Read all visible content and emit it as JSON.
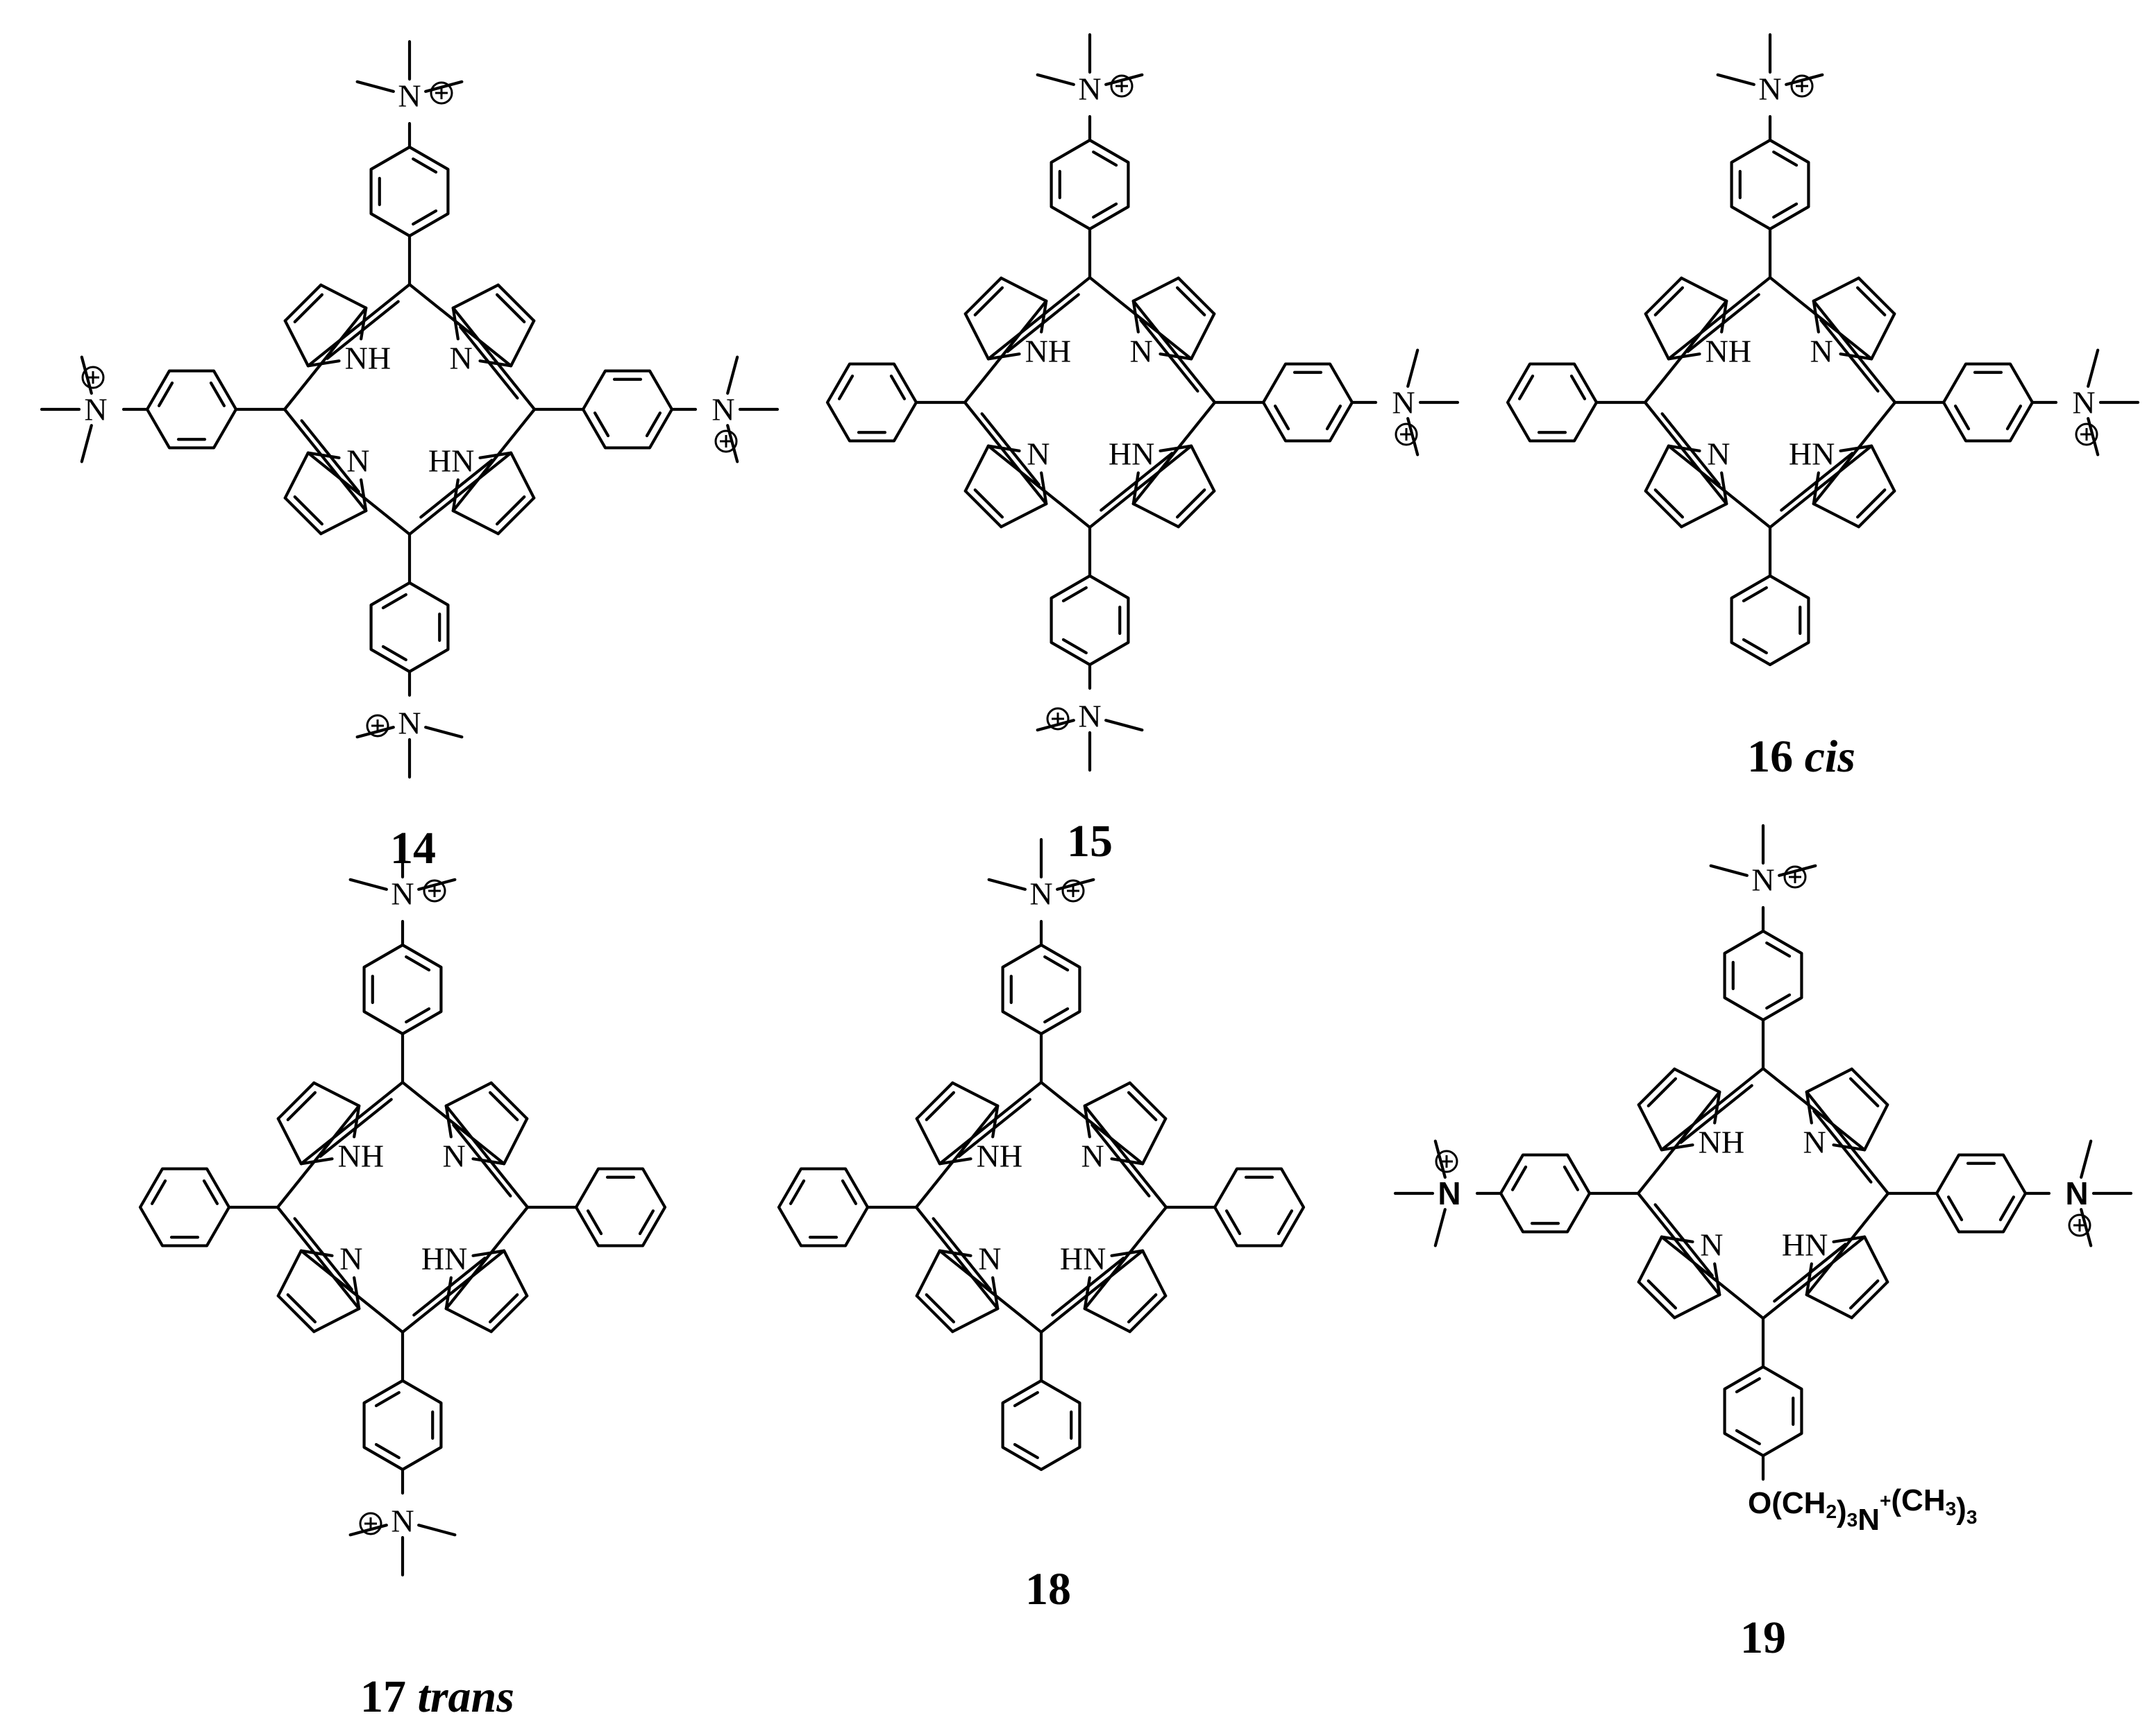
{
  "atoms": {
    "NH": "NH",
    "N": "N",
    "HN": "HN",
    "N_ammonium": "N",
    "O": "O"
  },
  "compounds": [
    {
      "id": "14",
      "label": "14",
      "qualifier": "",
      "meso": {
        "top": "NMe3",
        "left": "NMe3",
        "right": "NMe3",
        "bottom": "NMe3"
      }
    },
    {
      "id": "15",
      "label": "15",
      "qualifier": "",
      "meso": {
        "top": "NMe3",
        "left": "Ph",
        "right": "NMe3",
        "bottom": "NMe3"
      }
    },
    {
      "id": "16",
      "label": "16",
      "qualifier": "cis",
      "meso": {
        "top": "NMe3",
        "left": "Ph",
        "right": "NMe3",
        "bottom": "Ph"
      }
    },
    {
      "id": "17",
      "label": "17",
      "qualifier": "trans",
      "meso": {
        "top": "NMe3",
        "left": "Ph",
        "right": "Ph",
        "bottom": "NMe3"
      }
    },
    {
      "id": "18",
      "label": "18",
      "qualifier": "",
      "meso": {
        "top": "NMe3",
        "left": "Ph",
        "right": "Ph",
        "bottom": "Ph"
      }
    },
    {
      "id": "19",
      "label": "19",
      "qualifier": "",
      "meso": {
        "top": "NMe3",
        "left": "NMe3",
        "right": "NMe3",
        "bottom": "OR"
      }
    }
  ],
  "formula_19": {
    "text": "O(CH",
    "sub1": "2",
    "mid": ")",
    "sub2": "3",
    "n": "N",
    "sup": "+",
    "tail": "(CH",
    "sub3": "3",
    "close": ")",
    "sub4": "3"
  }
}
